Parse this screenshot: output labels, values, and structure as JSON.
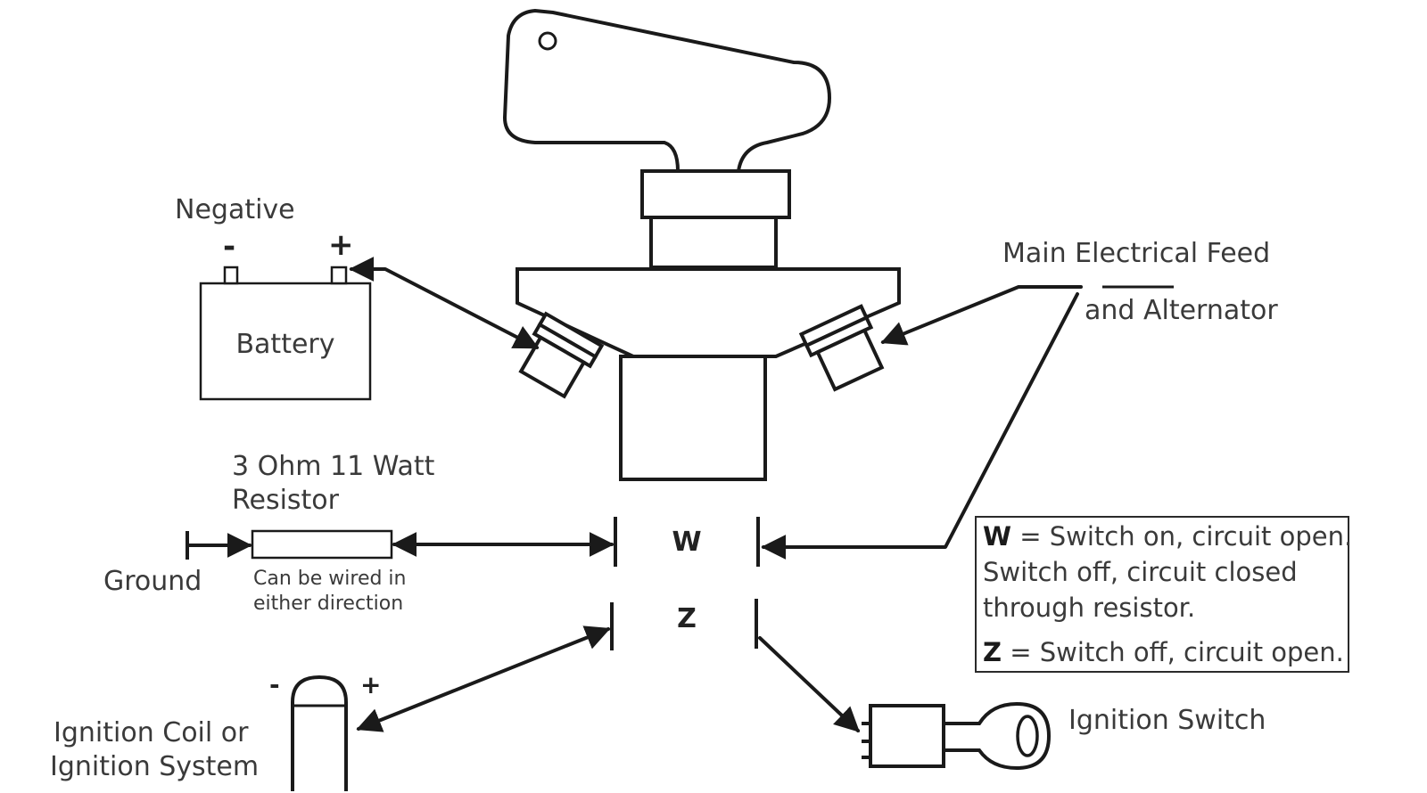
{
  "labels": {
    "negative": "Negative",
    "minus": "-",
    "plus": "+",
    "battery": "Battery",
    "main_feed_line1": "Main Electrical Feed",
    "main_feed_line2": "and Alternator",
    "resistor_line1": "3 Ohm 11 Watt",
    "resistor_line2": "Resistor",
    "ground": "Ground",
    "wire_note_line1": "Can be wired in",
    "wire_note_line2": "either direction",
    "terminal_w": "W",
    "terminal_z": "Z",
    "coil_minus": "-",
    "coil_plus": "+",
    "coil_line1": "Ignition Coil or",
    "coil_line2": "Ignition System",
    "ignition_switch": "Ignition Switch"
  },
  "legend": {
    "w_letter": "W",
    "w_line1": " = Switch on, circuit open.",
    "w_line2": "Switch off, circuit closed",
    "w_line3": "through resistor.",
    "z_letter": "Z",
    "z_line1": " = Switch off, circuit open."
  },
  "colors": {
    "line": "#1a1a1a",
    "text": "#3a3a3a",
    "background": "#ffffff"
  }
}
